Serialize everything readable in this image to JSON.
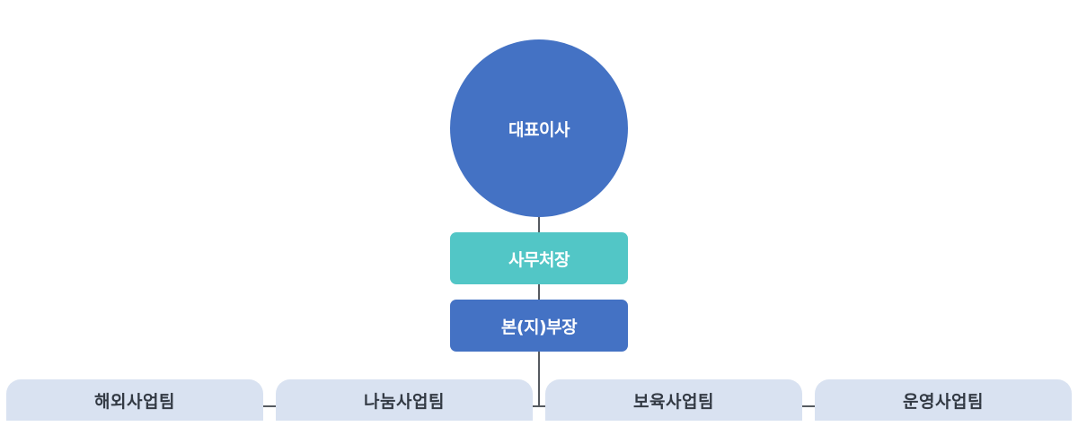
{
  "chart": {
    "ceo": {
      "label": "대표이사"
    },
    "secretary": {
      "label": "사무처장"
    },
    "director": {
      "label": "본(지)부장"
    },
    "teams": [
      {
        "label": "해외사업팀"
      },
      {
        "label": "나눔사업팀"
      },
      {
        "label": "보육사업팀"
      },
      {
        "label": "운영사업팀"
      }
    ]
  },
  "colors": {
    "ceo": "#4472c4",
    "secretary": "#52c6c6",
    "director": "#4472c4",
    "team_fill": "#d9e2f1",
    "team_text": "#333a44",
    "connector": "#555a60"
  }
}
